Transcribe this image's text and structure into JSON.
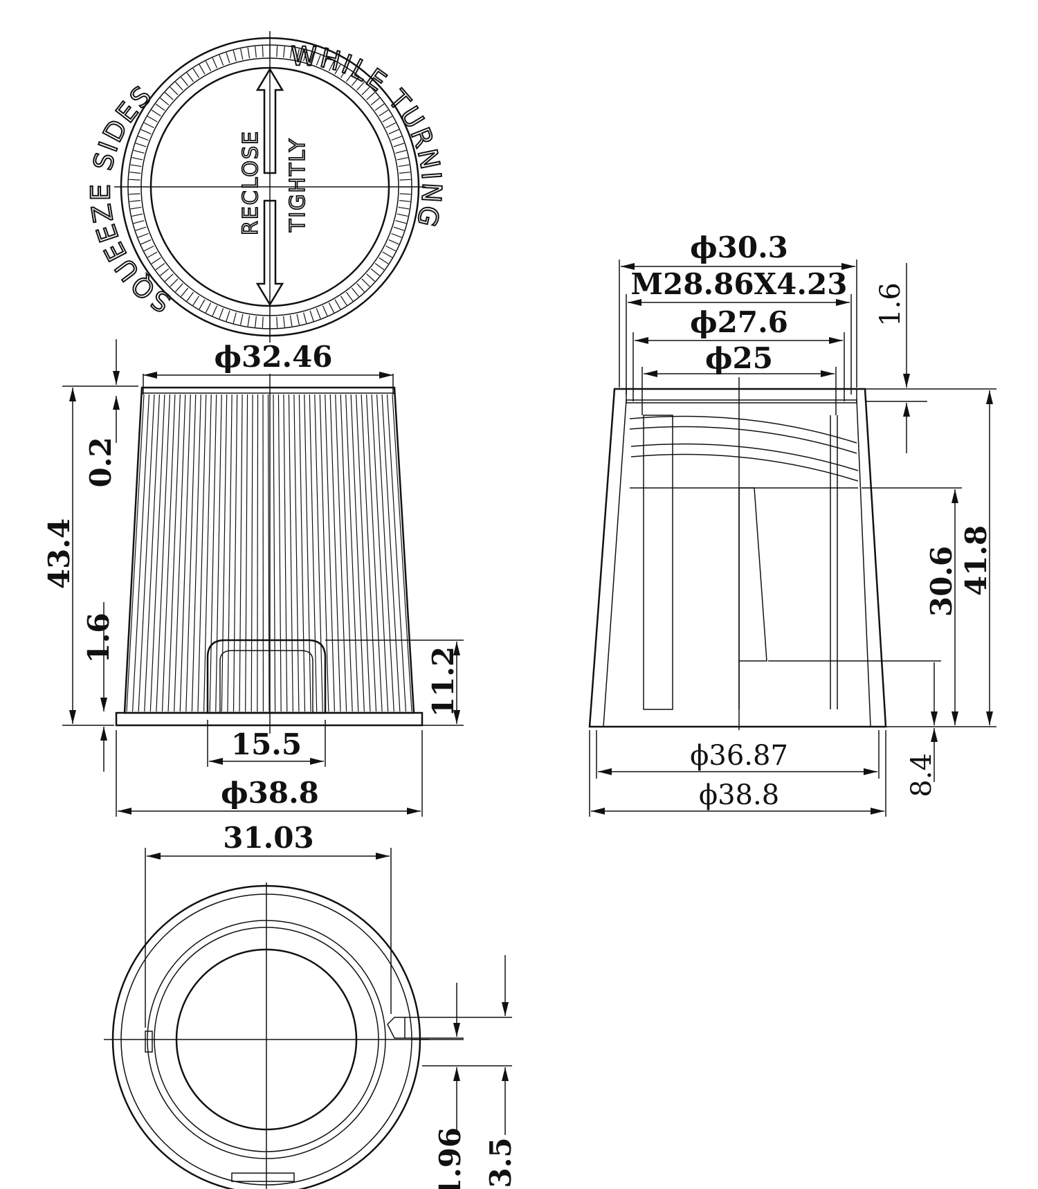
{
  "top_cap": {
    "embossed_ring_text_left": "SQUEEZE SIDES",
    "embossed_ring_text_right": "WHILE TURNING",
    "center_left_text": "RECLOSE",
    "center_right_text": "TIGHTLY"
  },
  "side_view": {
    "dim_top_diameter": "ϕ32.46",
    "dim_total_height": "43.4",
    "dim_top_step": "0.2",
    "dim_base_step": "1.6",
    "dim_window_height": "11.2",
    "dim_window_width": "15.5",
    "dim_base_diameter": "ϕ38.8"
  },
  "section_view": {
    "dim_outer_top": "ϕ30.3",
    "dim_thread": "M28.86X4.23",
    "dim_inner_1": "ϕ27.6",
    "dim_inner_2": "ϕ25",
    "dim_top_wall": "1.6",
    "dim_thread_depth": "30.6",
    "dim_total_height": "41.8",
    "dim_bottom_inner": "ϕ36.87",
    "dim_bottom_outer": "ϕ38.8",
    "dim_lug_height": "8.4"
  },
  "bottom_view": {
    "dim_width": "31.03",
    "dim_small_1": "1.96",
    "dim_small_2": "3.5"
  }
}
